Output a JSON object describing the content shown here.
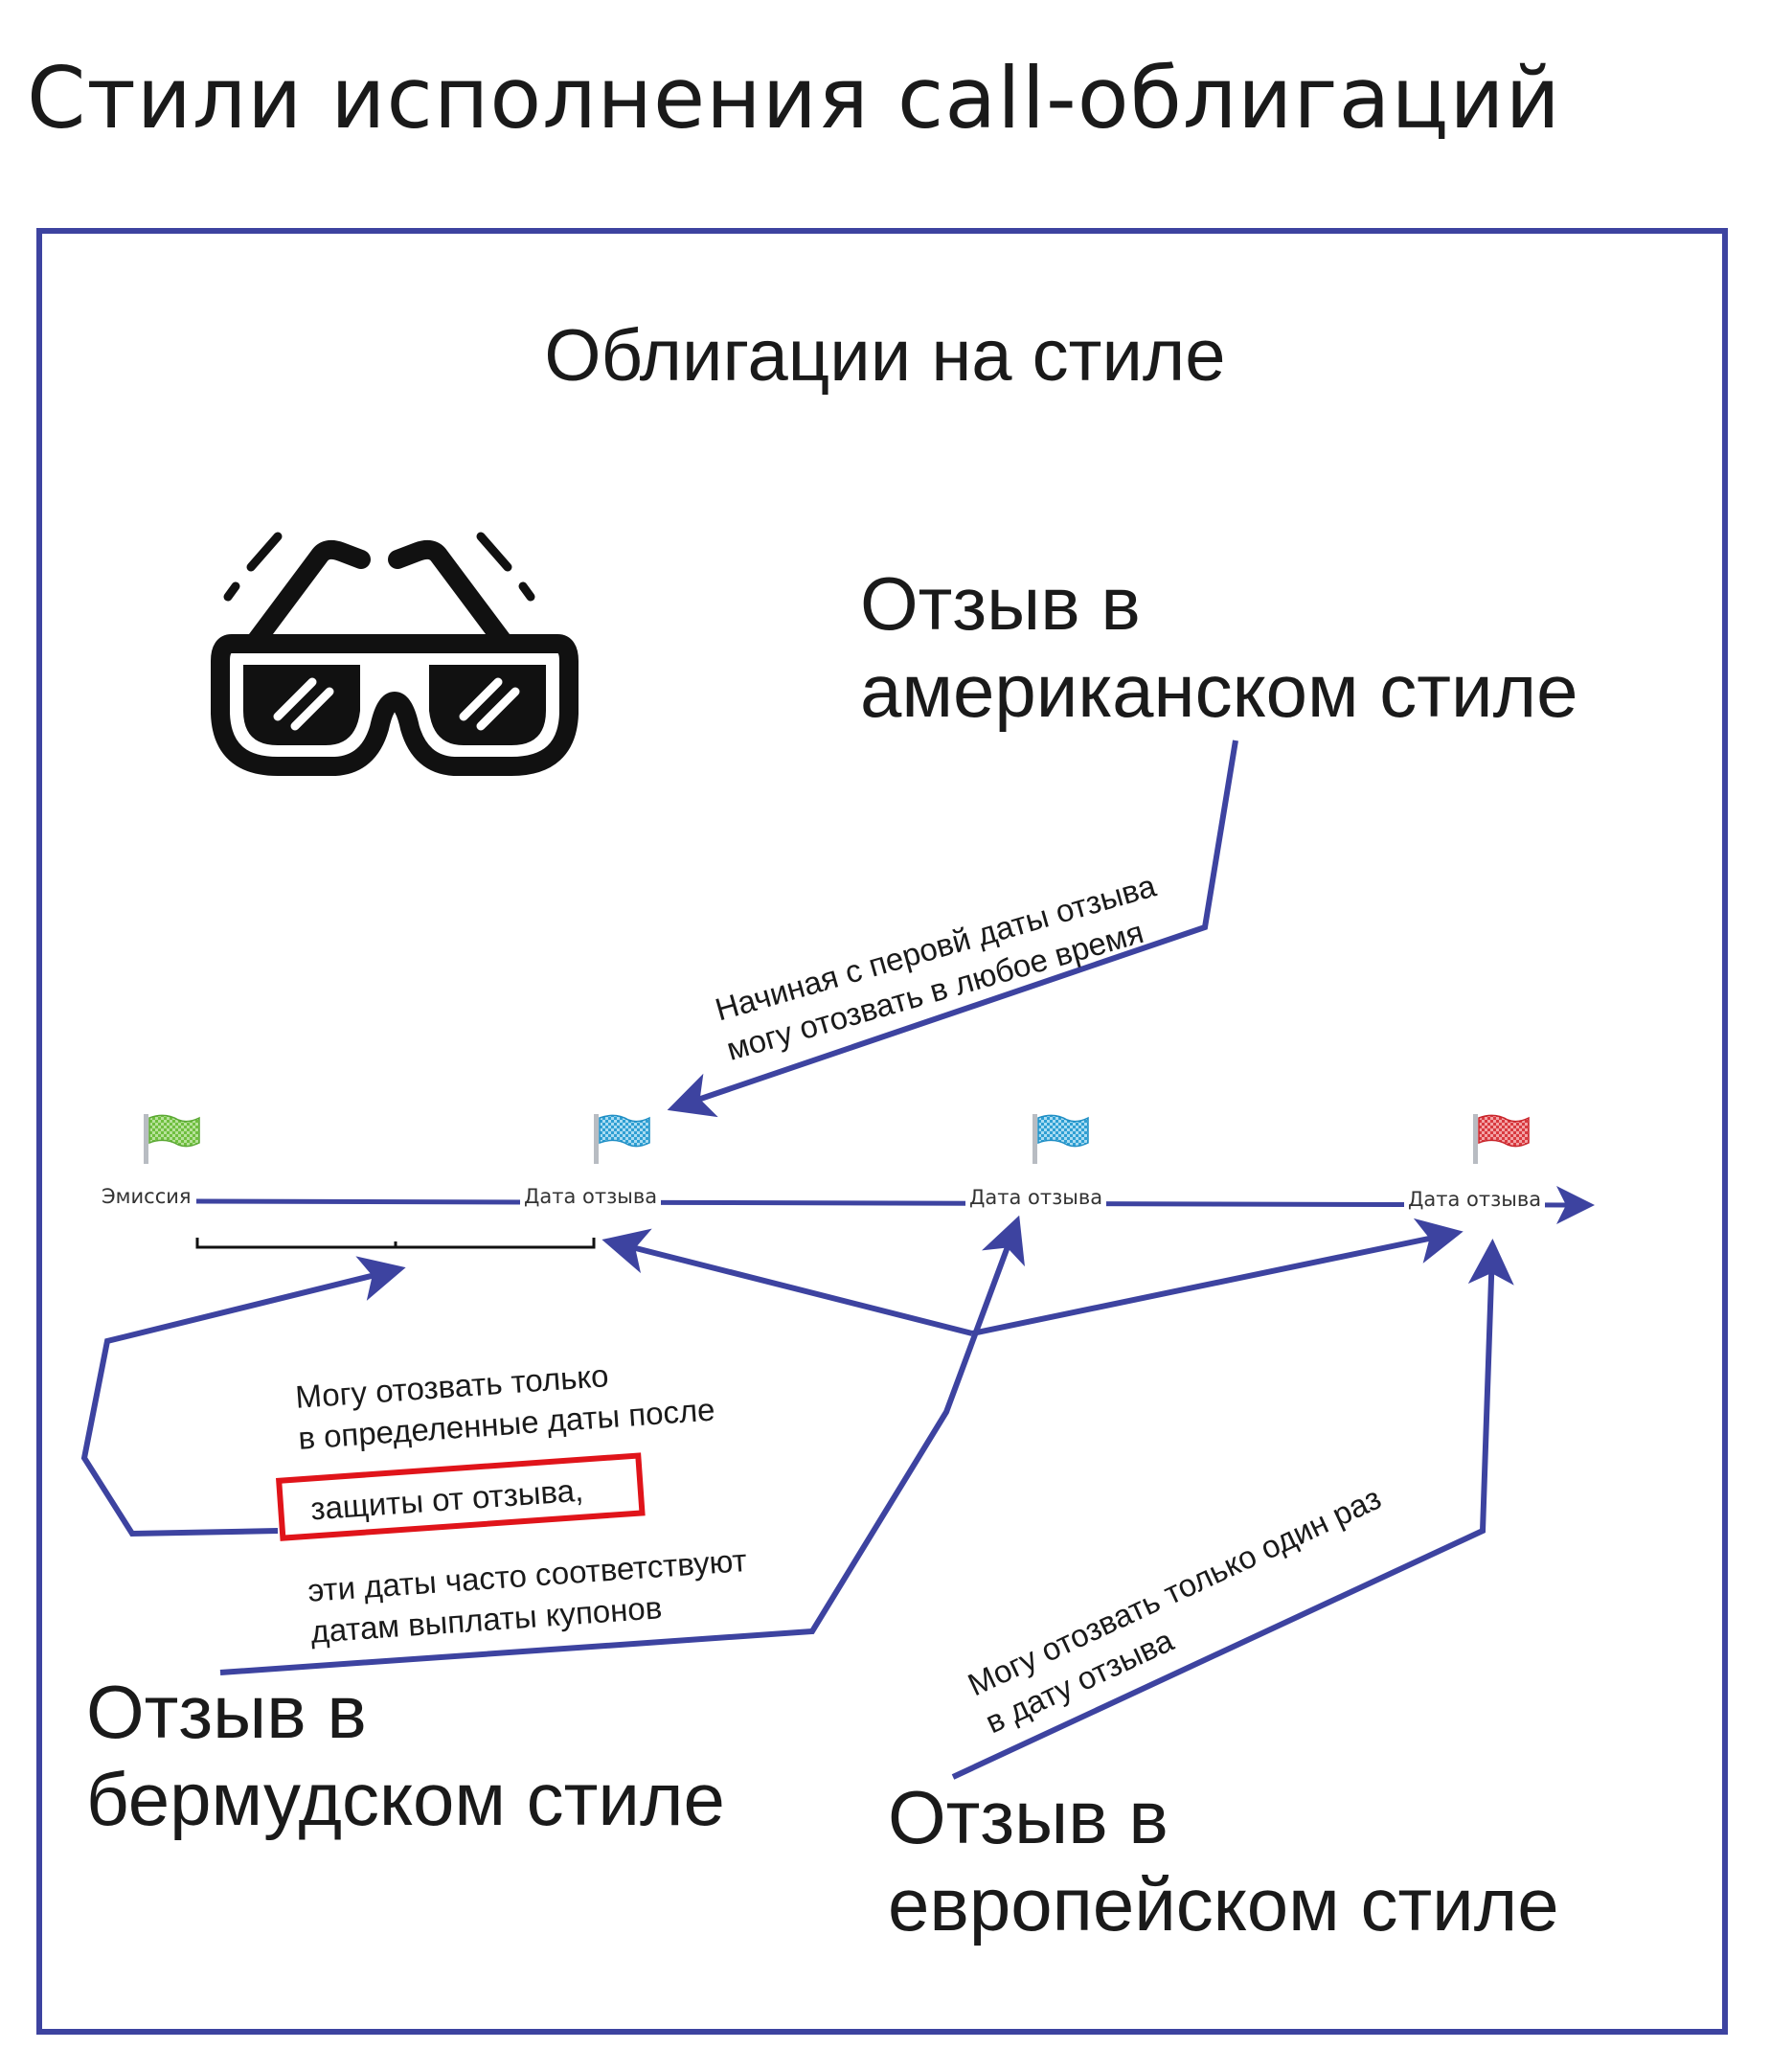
{
  "title": "Стили исполнения call-облигаций",
  "subtitle": "Облигации на стиле",
  "icons": {
    "glasses": "sunglasses-icon",
    "flags": [
      "green-flag-icon",
      "blue-flag-icon",
      "blue-flag-icon",
      "red-flag-icon"
    ]
  },
  "colors": {
    "frame": "#3d43a0",
    "arrows": "#3d43a0",
    "highlight": "#e0141a",
    "flag_green": "#7cc84a",
    "flag_blue": "#3aa9d8",
    "flag_red": "#e0454a"
  },
  "timeline": {
    "emission": "Эмиссия",
    "call_date_1": "Дата отзыва",
    "call_date_2": "Дата отзыва",
    "call_date_3": "Дата отзыва"
  },
  "american": {
    "label_line1": "Отзыв в",
    "label_line2": "американском стиле",
    "note_line1": "Начиная с перовй даты отзыва",
    "note_line2": "могу отозвать в любое время"
  },
  "bermuda": {
    "label_line1": "Отзыв в",
    "label_line2": "бермудском стиле",
    "note_line1": "Могу отозвать только",
    "note_line2": "в определенные даты после",
    "highlight": "защиты от отзыва,",
    "note_line3": "эти даты часто соответствуют",
    "note_line4": "датам выплаты купонов"
  },
  "european": {
    "label_line1": "Отзыв в",
    "label_line2": "европейском стиле",
    "note_line1": "Могу отозвать только один раз",
    "note_line2": "в дату отзыва"
  }
}
